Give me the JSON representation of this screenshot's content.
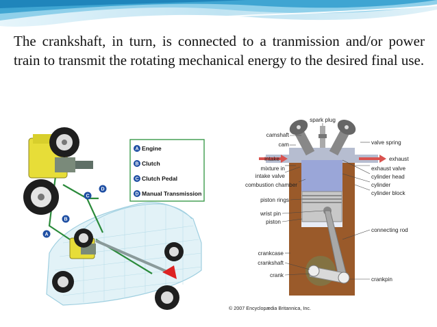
{
  "slide": {
    "body_text": "The crankshaft, in turn, is connected to a tranmission and/or power train to transmit the rotating mechanical energy to the desired final use."
  },
  "drivetrain_figure": {
    "legend": [
      {
        "letter": "A",
        "label": "Engine"
      },
      {
        "letter": "B",
        "label": "Clutch"
      },
      {
        "letter": "C",
        "label": "Clutch Pedal"
      },
      {
        "letter": "D",
        "label": "Manual Transmission"
      }
    ],
    "marker_letters": [
      "A",
      "B",
      "C",
      "D"
    ]
  },
  "engine_figure": {
    "labels": {
      "spark_plug": "spark plug",
      "camshaft": "camshaft",
      "cam": "cam",
      "intake": "intake",
      "mixture_in": "mixture in",
      "intake_valve": "intake valve",
      "combustion_chamber": "combustion chamber",
      "piston_rings": "piston rings",
      "wrist_pin": "wrist pin",
      "piston": "piston",
      "crankcase": "crankcase",
      "crankshaft": "crankshaft",
      "crank": "crank",
      "valve_spring": "valve spring",
      "exhaust": "exhaust",
      "exhaust_valve": "exhaust valve",
      "cylinder_head": "cylinder head",
      "cylinder": "cylinder",
      "cylinder_block": "cylinder block",
      "connecting_rod": "connecting rod",
      "crankpin": "crankpin"
    },
    "copyright": "© 2007 Encyclopædia Britannica, Inc."
  },
  "colors": {
    "banner_light": "#cfeaf5",
    "banner_mid": "#7cc4e2",
    "banner_dark": "#2d93c4",
    "crankcase_brown": "#9a5a2a",
    "cylinder_blue": "#9aa6d8",
    "legend_blue": "#1f4fa3",
    "legend_green": "#1e8a3a"
  }
}
